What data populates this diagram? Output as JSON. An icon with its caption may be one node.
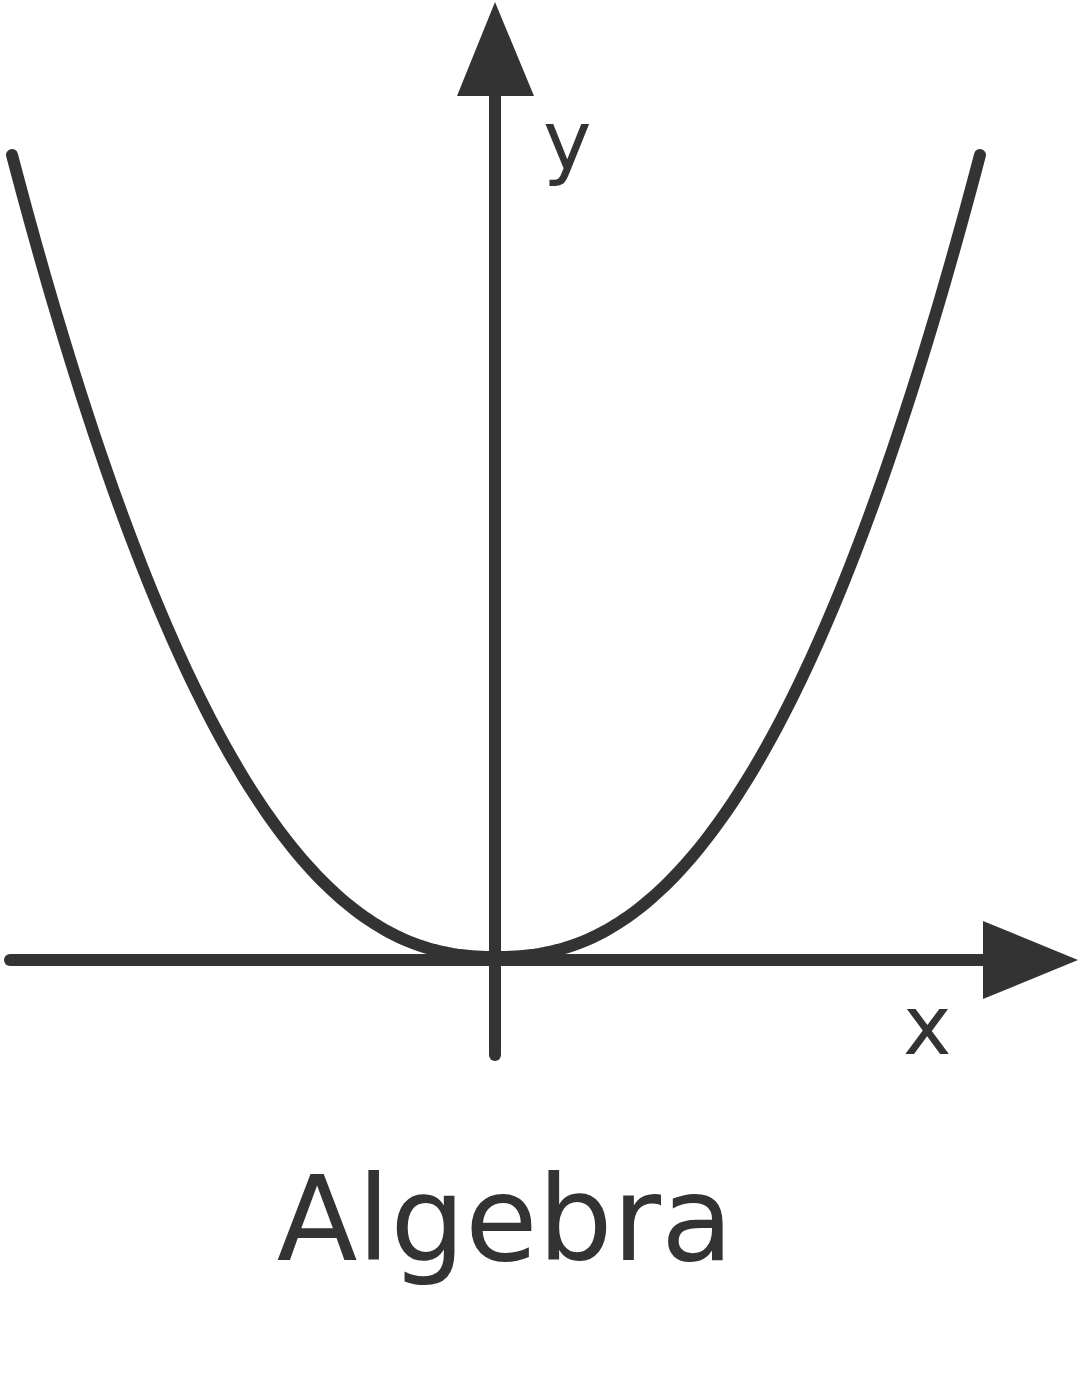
{
  "diagram": {
    "caption": "Algebra",
    "labels": [
      "y",
      "x"
    ]
  }
}
